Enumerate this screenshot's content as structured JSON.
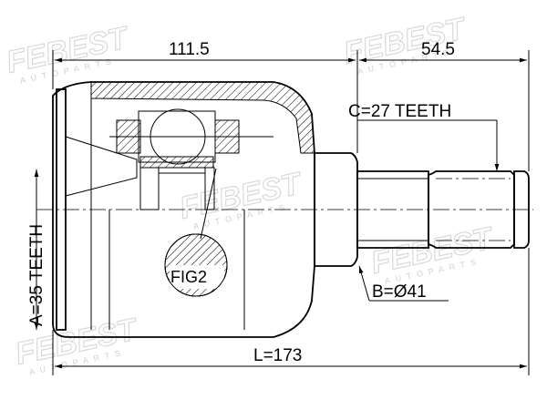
{
  "diagram": {
    "dimensions": {
      "overall_length": "L=173",
      "body_length": "111.5",
      "shaft_length": "54.5",
      "outer_spline": "C=27 TEETH",
      "inner_spline": "A=35 TEETH",
      "seal_diameter": "B=Ø41"
    },
    "detail_label": "FIG2",
    "watermark": {
      "brand": "FEBEST",
      "sub": "AUTOPARTS"
    }
  }
}
